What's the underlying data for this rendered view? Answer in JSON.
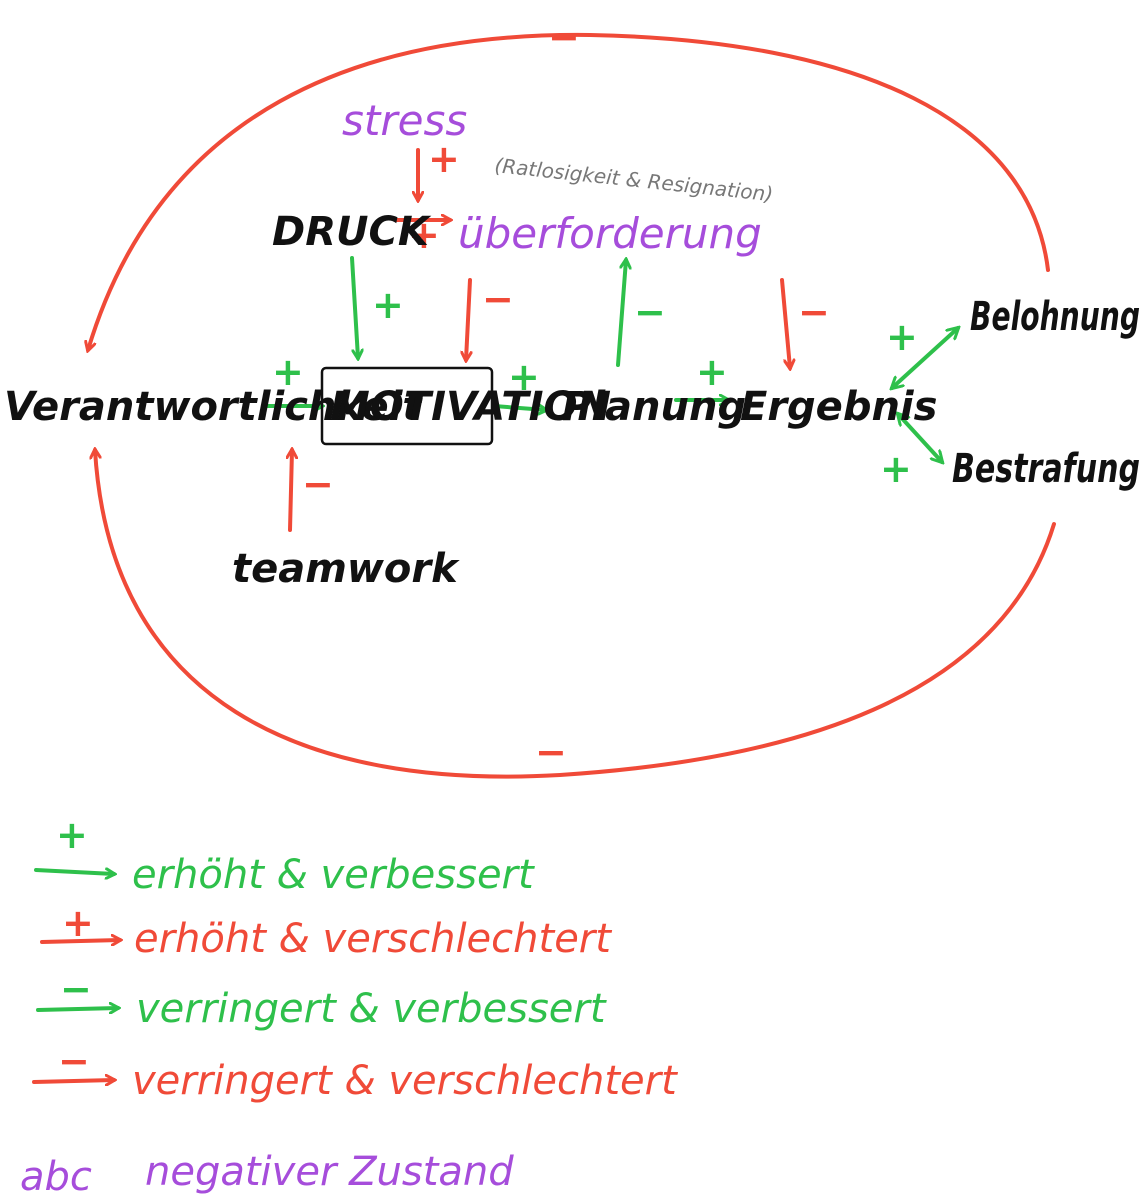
{
  "colors": {
    "green": "#2ec04b",
    "red": "#f04a38",
    "purple": "#a64ddb",
    "black": "#111111",
    "gray": "#777777"
  },
  "nodes": {
    "stress": "stress",
    "druck": "DRUCK",
    "ueberforderung": "überforderung",
    "ratlosigkeit": "(Ratlosigkeit & Resignation)",
    "verantwortlichkeit": "Verantwortlichkeit",
    "motivation": "MOTIVATION",
    "planung": "Planung",
    "ergebnis": "Ergebnis",
    "belohnung": "Belohnung",
    "bestrafung": "Bestrafung",
    "teamwork": "teamwork"
  },
  "signs": {
    "top_loop": "−",
    "bottom_loop": "−",
    "stress_ueber": "+",
    "druck_ueber": "+",
    "druck_motivation": "+",
    "ueber_motivation": "−",
    "planung_ueber": "−",
    "ueber_ergebnis": "−",
    "verant_motivation": "+",
    "motivation_planung": "+",
    "planung_ergebnis": "+",
    "teamwork_motivation": "−",
    "ergebnis_belohnung": "+",
    "ergebnis_bestrafung": "+"
  },
  "legend": [
    {
      "sign": "+",
      "text": "erhöht & verbessert",
      "color": "green"
    },
    {
      "sign": "+",
      "text": "erhöht & verschlechtert",
      "color": "red"
    },
    {
      "sign": "−",
      "text": "verringert & verbessert",
      "color": "green"
    },
    {
      "sign": "−",
      "text": "verringert & verschlechtert",
      "color": "red"
    }
  ],
  "legend_abc": {
    "sample": "abc",
    "text": "negativer Zustand"
  }
}
